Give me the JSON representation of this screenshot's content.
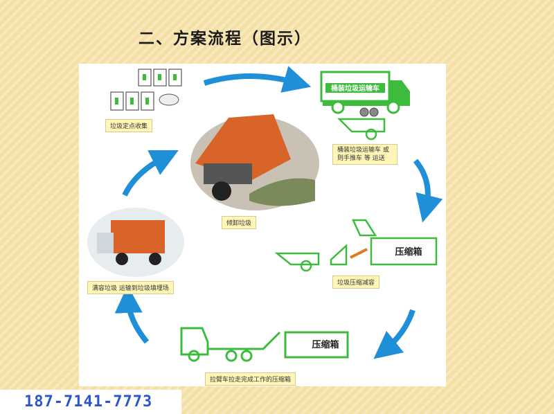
{
  "title": "二、方案流程（图示）",
  "phone": "187-7141-7773",
  "steps": {
    "collect": "垃圾定点收集",
    "truck_label": "桶装垃圾运输车",
    "transport": "桶装垃圾运输车 或则手推车 等 运送",
    "compress": "垃圾压缩减容",
    "hook": "拉臂车拉走完成工作的压缩箱",
    "landfill_transport": "满容垃圾 运输到垃圾填埋场",
    "dump": "倾卸垃圾",
    "compress_box": "压缩箱",
    "compress_box_2": "压缩箱"
  },
  "colors": {
    "green": "#3dbb3d",
    "arrow": "#1f8fd8",
    "orange": "#d8642a"
  }
}
